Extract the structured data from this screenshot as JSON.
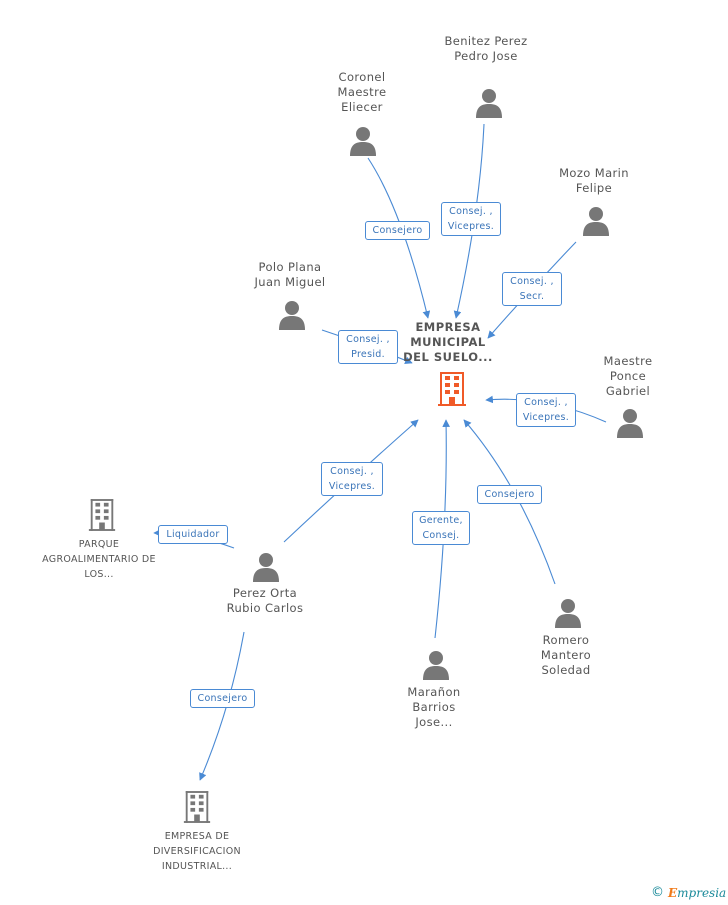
{
  "center": {
    "label": "EMPRESA MUNICIPAL DEL SUELO..."
  },
  "persons": {
    "benitez": {
      "label": "Benitez Perez Pedro Jose"
    },
    "coronel": {
      "label": "Coronel Maestre Eliecer"
    },
    "mozo": {
      "label": "Mozo Marin Felipe"
    },
    "polo": {
      "label": "Polo Plana Juan Miguel"
    },
    "maestre": {
      "label": "Maestre Ponce Gabriel"
    },
    "perez": {
      "label": "Perez Orta Rubio Carlos"
    },
    "romero": {
      "label": "Romero Mantero Soledad"
    },
    "maranon": {
      "label": "Marañon Barrios Jose..."
    }
  },
  "companies": {
    "parque": {
      "label": "PARQUE AGROALIMENTARIO DE LOS..."
    },
    "diversificacion": {
      "label": "EMPRESA DE DIVERSIFICACION INDUSTRIAL..."
    }
  },
  "roles": {
    "coronel": {
      "line1": "Consejero"
    },
    "benitez": {
      "line1": "Consej. ,",
      "line2": "Vicepres."
    },
    "mozo": {
      "line1": "Consej. ,",
      "line2": "Secr."
    },
    "polo": {
      "line1": "Consej. ,",
      "line2": "Presid."
    },
    "maestre": {
      "line1": "Consej. ,",
      "line2": "Vicepres."
    },
    "perez": {
      "line1": "Consej. ,",
      "line2": "Vicepres."
    },
    "romero": {
      "line1": "Consejero"
    },
    "maranon": {
      "line1": "Gerente,",
      "line2": "Consej."
    },
    "liquidador": {
      "line1": "Liquidador"
    },
    "perez_div": {
      "line1": "Consejero"
    }
  },
  "footer": {
    "copyright": "©",
    "brand_first": "E",
    "brand_rest": "mpresia"
  },
  "colors": {
    "edge": "#4a8ad4",
    "person": "#777777",
    "center_building": "#f05a28",
    "company_building": "#777777"
  },
  "icons": {
    "person": "person-icon",
    "building": "building-icon"
  }
}
